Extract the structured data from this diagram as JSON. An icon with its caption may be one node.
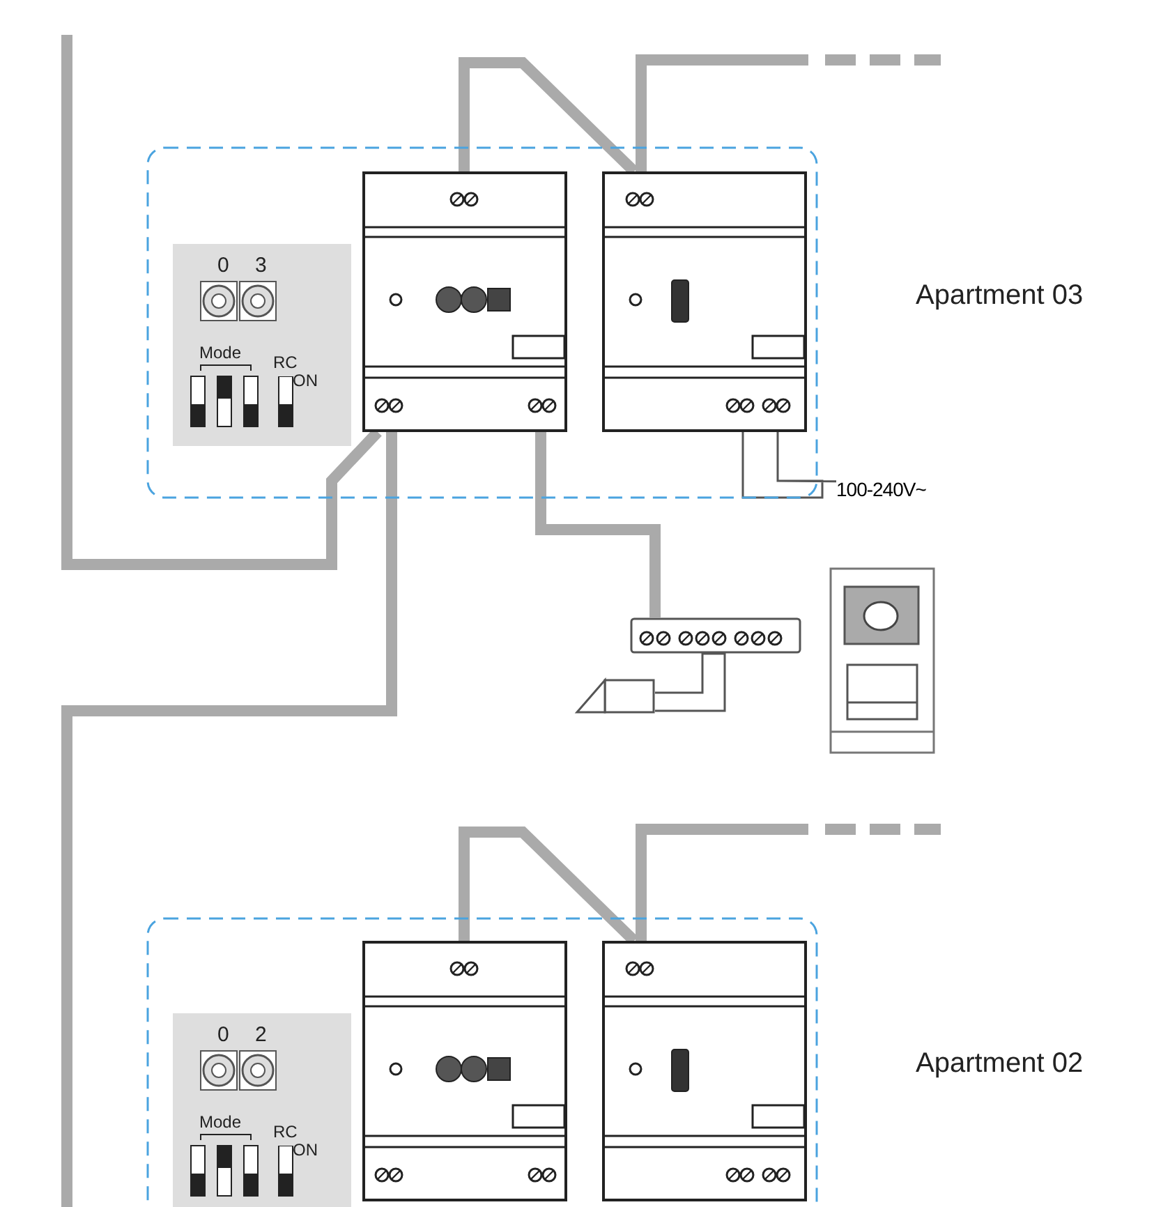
{
  "diagram": {
    "nodes": [
      {
        "text": [
          "Apartment 03"
        ]
      },
      {
        "text": [
          "0",
          "3",
          "Mode",
          "RC",
          "ON"
        ],
        "in": 0
      },
      {
        "text": [],
        "shape": "box",
        "in": 0
      },
      {
        "text": [],
        "shape": "box",
        "in": 0
      },
      {
        "text": [],
        "shape": "bar"
      },
      {
        "text": [],
        "shape": "box"
      },
      {
        "text": [],
        "shape": "picture"
      },
      {
        "text": [
          "Apartment 02"
        ]
      },
      {
        "text": [
          "0",
          "2",
          "Mode",
          "RC",
          "ON"
        ],
        "in": 7
      },
      {
        "text": [],
        "shape": "box",
        "in": 7
      },
      {
        "text": [],
        "shape": "box",
        "in": 7
      },
      {
        "text": [
          "100-240V~"
        ]
      }
    ],
    "edges": [
      {
        "from": null,
        "to": 2,
        "arrow": "none"
      },
      {
        "from": 2,
        "to": null,
        "arrow": "none"
      },
      {
        "from": 2,
        "to": 3,
        "arrow": "none"
      },
      {
        "from": 3,
        "to": null,
        "arrow": "none",
        "style": "dashed"
      },
      {
        "from": 2,
        "to": 4,
        "arrow": "none"
      },
      {
        "from": 4,
        "to": 5,
        "arrow": "none",
        "color": "#555555"
      },
      {
        "from": 3,
        "to": 11,
        "arrow": "none",
        "color": "#555555"
      },
      {
        "from": 9,
        "to": 10,
        "arrow": "none"
      },
      {
        "from": 10,
        "to": null,
        "arrow": "none",
        "style": "dashed"
      }
    ]
  }
}
